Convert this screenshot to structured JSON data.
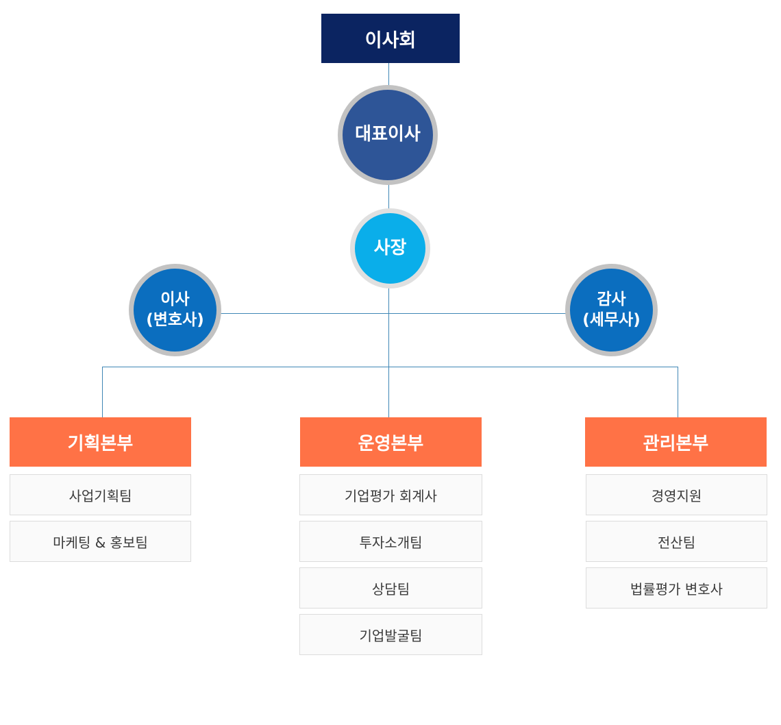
{
  "board": {
    "label": "이사회"
  },
  "ceo": {
    "label": "대표이사"
  },
  "president": {
    "label": "사장"
  },
  "director": {
    "line1": "이사",
    "line2": "(변호사)"
  },
  "auditor": {
    "line1": "감사",
    "line2": "(세무사)"
  },
  "divisions": [
    {
      "name": "기획본부",
      "teams": [
        "사업기획팀",
        "마케팅 & 홍보팀"
      ]
    },
    {
      "name": "운영본부",
      "teams": [
        "기업평가 회계사",
        "투자소개팀",
        "상담팀",
        "기업발굴팀"
      ]
    },
    {
      "name": "관리본부",
      "teams": [
        "경영지원",
        "전산팀",
        "법률평가 변호사"
      ]
    }
  ],
  "colors": {
    "board": "#0b2461",
    "ceo": "#2e5597",
    "president": "#0aaeea",
    "advisor": "#0b6ebf",
    "division": "#ff7246",
    "connector": "#3f86b5"
  }
}
